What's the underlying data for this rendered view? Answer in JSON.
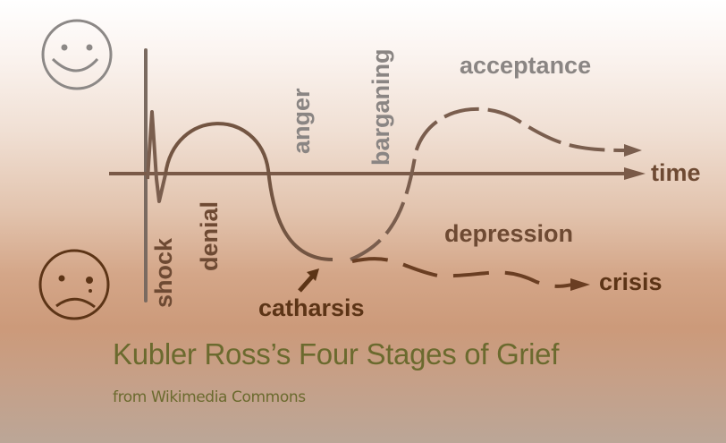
{
  "diagram": {
    "title": "Kubler Ross’s Four Stages of Grief",
    "subtitle": "from Wikimedia Commons",
    "axis": {
      "x_label": "time"
    },
    "stages": {
      "shock": "shock",
      "denial": "denial",
      "anger": "anger",
      "bargaining": "barganing",
      "acceptance": "acceptance",
      "depression": "depression",
      "catharsis": "catharsis",
      "crisis": "crisis"
    },
    "icons": {
      "top": "happy-face-icon",
      "bottom": "sad-face-icon"
    },
    "colors": {
      "axis": "#7a5a48",
      "curve": "#735542",
      "happy_face": "#8c8886",
      "sad_face": "#5c3416",
      "title": "#6b6a2e"
    }
  }
}
